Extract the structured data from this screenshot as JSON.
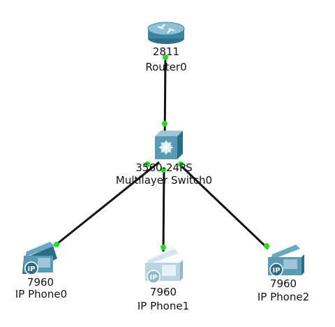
{
  "devices": {
    "router0": {
      "model": "2811",
      "name": "Router0",
      "icon": "router-icon"
    },
    "switch0": {
      "model": "3560-24PS",
      "name": "Multilayer Switch0",
      "icon": "multilayer-switch-icon"
    },
    "phone0": {
      "model": "7960",
      "name": "IP Phone0",
      "icon": "ip-phone-icon",
      "badge": "IP"
    },
    "phone1": {
      "model": "7960",
      "name": "IP Phone1",
      "icon": "ip-phone-icon",
      "badge": "IP"
    },
    "phone2": {
      "model": "7960",
      "name": "IP Phone2",
      "icon": "ip-phone-icon",
      "badge": "IP"
    }
  },
  "links": [
    {
      "from": "router0",
      "to": "switch0",
      "status": "up"
    },
    {
      "from": "switch0",
      "to": "phone0",
      "status": "up"
    },
    {
      "from": "switch0",
      "to": "phone1",
      "status": "up"
    },
    {
      "from": "switch0",
      "to": "phone2",
      "status": "up"
    }
  ],
  "colors": {
    "link": "#111111",
    "link_up": "#22dd22",
    "device_body": "#5b9ab5",
    "device_dark": "#2d6c86",
    "phone1_body": "#b7d4e2"
  }
}
